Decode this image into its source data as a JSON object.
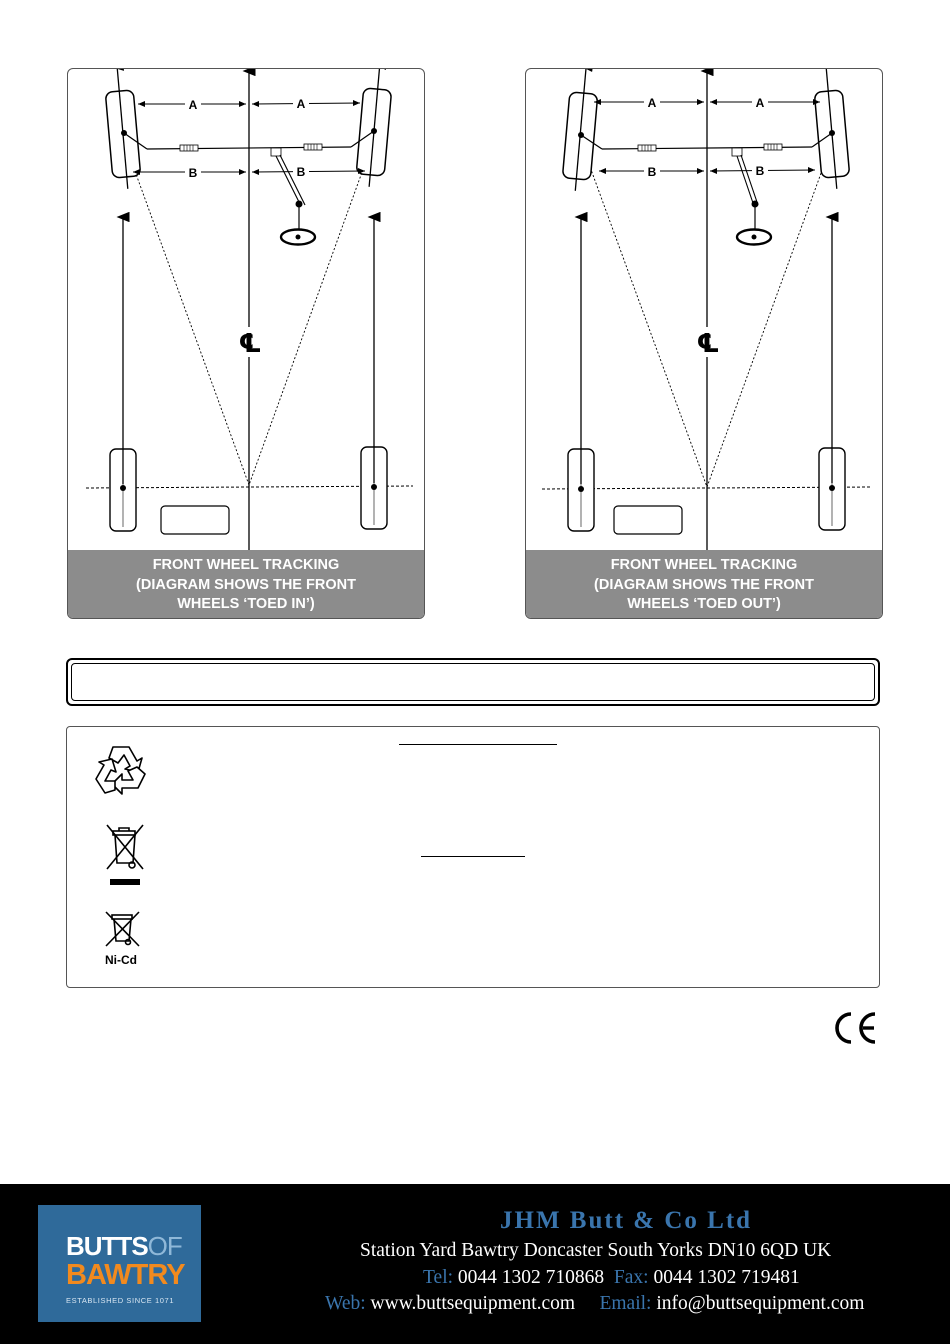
{
  "diagrams": [
    {
      "caption": [
        "FRONT WHEEL TRACKING",
        "(DIAGRAM SHOWS THE FRONT",
        "WHEELS ‘TOED IN’)"
      ],
      "dimension_a": "A",
      "dimension_b": "B",
      "centreline_symbol": "℄"
    },
    {
      "caption": [
        "FRONT WHEEL TRACKING",
        "(DIAGRAM SHOWS THE FRONT",
        "WHEELS ‘TOED OUT’)"
      ],
      "dimension_a": "A",
      "dimension_b": "B",
      "centreline_symbol": "℄"
    }
  ],
  "disposal": {
    "icons": [
      "recycle-icon",
      "crossed-out-wheelie-bin-icon",
      "crossed-out-bin-nicd-icon"
    ],
    "battery_label": "Ni-Cd"
  },
  "certification": {
    "mark": "CE"
  },
  "footer": {
    "logo": {
      "line1_a": "BUTTS",
      "line1_b": "OF",
      "line2": "BAWTRY",
      "tagline": "ESTABLISHED SINCE 1071"
    },
    "company": "JHM Butt & Co Ltd",
    "address": "Station Yard Bawtry Doncaster  South Yorks DN10 6QD UK",
    "tel_label": "Tel:",
    "tel": "0044 1302 710868",
    "fax_label": "Fax:",
    "fax": "0044 1302 719481",
    "web_label": "Web:",
    "web": "www.buttsequipment.com",
    "email_label": "Email:",
    "email": "info@buttsequipment.com"
  },
  "colors": {
    "caption_bg": "#8c8c8c",
    "footer_bg": "#000000",
    "footer_accent": "#3a75ad",
    "logo_bg": "#2f6a9a",
    "logo_orange": "#f28a1e"
  }
}
